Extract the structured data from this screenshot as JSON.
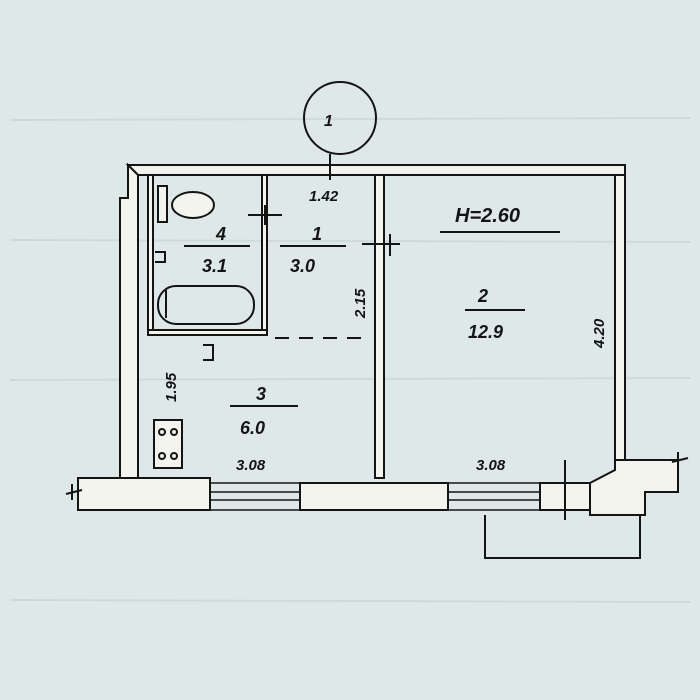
{
  "plan": {
    "header_label": "H=2.60",
    "marker_text": "1",
    "rooms": [
      {
        "number": "1",
        "area": "3.0"
      },
      {
        "number": "2",
        "area": "12.9"
      },
      {
        "number": "3",
        "area": "6.0"
      },
      {
        "number": "4",
        "area": "3.1"
      }
    ],
    "dimensions": {
      "corridor_width": "1.42",
      "corridor_length": "2.15",
      "kitchen_depth": "1.95",
      "room_depth": "4.20",
      "kitchen_width": "3.08",
      "room_width": "3.08"
    }
  },
  "colors": {
    "background": "#dfe8e9",
    "line": "#141414",
    "wall_fill": "#f4f4ef"
  }
}
